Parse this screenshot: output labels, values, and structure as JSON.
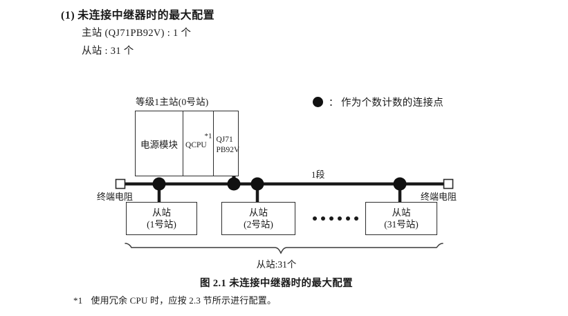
{
  "heading": {
    "number": "(1)",
    "title": "未连接中继器时的最大配置",
    "line1": "主站 (QJ71PB92V) : 1 个",
    "line2": "从站 : 31 个"
  },
  "legend": {
    "symbol": "filled-circle",
    "colon": "：",
    "text": "作为个数计数的连接点"
  },
  "master": {
    "label": "等级1主站(0号站)",
    "cells": {
      "power": "电源模块",
      "cpu": "QCPU",
      "cpu_footmark": "*1",
      "net_line1": "QJ71",
      "net_line2": "PB92V"
    }
  },
  "bus": {
    "segment_label": "1段",
    "terminator_left": "终端电阻",
    "terminator_right": "终端电阻",
    "connection_dots_x": [
      230,
      338,
      372,
      578
    ]
  },
  "slaves": [
    {
      "name": "从站",
      "station": "(1号站)"
    },
    {
      "name": "从站",
      "station": "(2号站)"
    },
    {
      "name": "从站",
      "station": "(31号站)"
    }
  ],
  "ellipsis_count": 6,
  "brace": {
    "label": "从站:31个"
  },
  "figure": {
    "caption": "图 2.1  未连接中继器时的最大配置"
  },
  "footnote": {
    "mark": "*1",
    "text": "使用冗余 CPU 时，应按 2.3 节所示进行配置。"
  },
  "colors": {
    "line": "#2b2b2b",
    "dot": "#111111",
    "text": "#1a1a1a"
  }
}
